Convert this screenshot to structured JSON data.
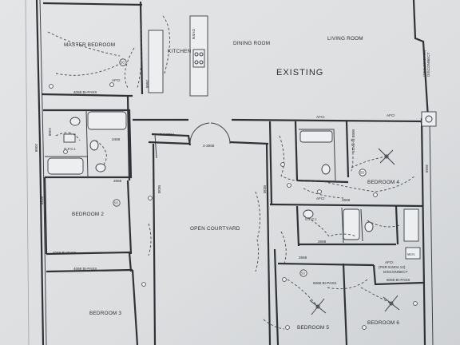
{
  "plan": {
    "rooms": {
      "master_bedroom": "MASTER BEDROOM",
      "kitchen": "KITCHEN",
      "oven": "OVEN",
      "dining_room": "DINING ROOM",
      "living_room": "LIVING ROOM",
      "existing": "EXISTING",
      "pantry": "PANTRY",
      "bedroom_4": "BEDROOM 4",
      "bedroom_2": "BEDROOM 2",
      "open_courtyard": "OPEN COURTYARD",
      "bedroom_3": "BEDROOM 3",
      "bedroom_5": "BEDROOM 5",
      "bedroom_6": "BEDROOM 6"
    },
    "doors": {
      "bipass_master": "4068 BI-PASS",
      "bipass_bed2": "4068 BI-PASS",
      "bipass_bed3": "4068 BI-PASS",
      "bipass_bed4": "6068 BI-PASS",
      "bipass_bed5": "6068 BI-PASS",
      "bipass_bed6": "6068 BI-PASS",
      "door_2668_a": "2668",
      "door_2668_b": "2668",
      "door_2668_c": "2668",
      "door_2668_d": "2668",
      "door_2668_e": "2668",
      "door_2468_a": "2468",
      "door_2468_b": "2468",
      "door_2068": "2068",
      "courtyard_door": "2-3068",
      "door_8030_a": "8030",
      "door_8030_b": "8030",
      "door_6030": "6030",
      "door_3040": "3040"
    },
    "electrical": {
      "afci": "AFCI",
      "gfci": "G.F.C.I.",
      "per_e3404": "(PER E3404.12)",
      "disconnect": "DISCONNECT",
      "wh": "W.H.",
      "sd": "SD"
    }
  }
}
